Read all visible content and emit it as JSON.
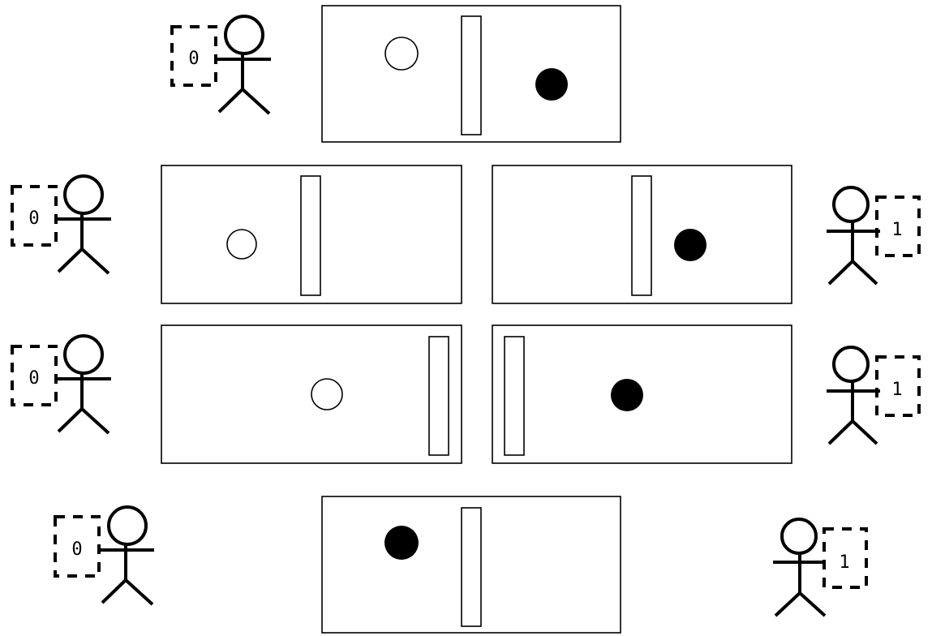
{
  "scene": {
    "panels": [
      {
        "wall": "center",
        "balls": [
          {
            "side": "left",
            "color": "white"
          },
          {
            "side": "right",
            "color": "black"
          }
        ]
      },
      {
        "wall": "center",
        "balls": [
          {
            "side": "left",
            "color": "white"
          }
        ]
      },
      {
        "wall": "center",
        "balls": [
          {
            "side": "right",
            "color": "black"
          }
        ]
      },
      {
        "wall": "right",
        "balls": [
          {
            "side": "left",
            "color": "white"
          }
        ]
      },
      {
        "wall": "left",
        "balls": [
          {
            "side": "right",
            "color": "black"
          }
        ]
      },
      {
        "wall": "center",
        "balls": [
          {
            "side": "left",
            "color": "black"
          }
        ]
      }
    ],
    "observers": [
      {
        "sign": "0"
      },
      {
        "sign": "0"
      },
      {
        "sign": "1"
      },
      {
        "sign": "0"
      },
      {
        "sign": "1"
      },
      {
        "sign": "0"
      },
      {
        "sign": "1"
      }
    ],
    "colors": {
      "stroke": "#000000",
      "background": "#ffffff",
      "ball_dark": "#000000",
      "ball_light": "#ffffff"
    }
  }
}
